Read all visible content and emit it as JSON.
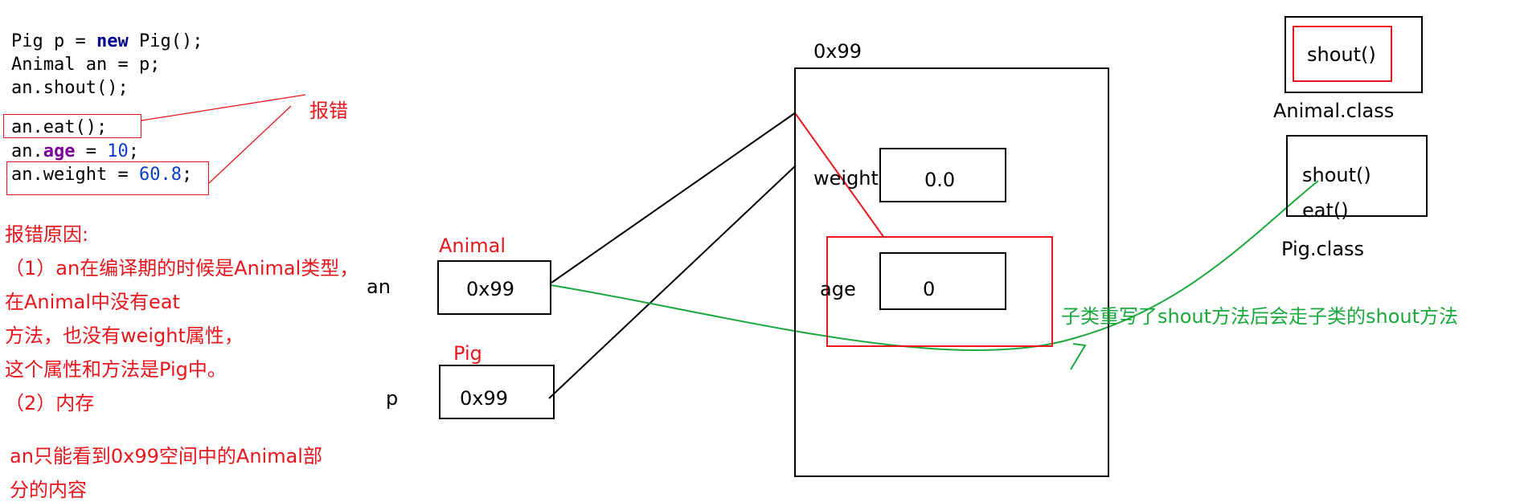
{
  "code": {
    "line1": {
      "a": "Pig p = ",
      "kw": "new",
      "b": " Pig();"
    },
    "line2": "Animal an = p;",
    "line3": "an.shout();",
    "line4": "an.eat();",
    "line5": {
      "a": "an.",
      "field": "age",
      "b": " = ",
      "num": "10",
      "c": ";"
    },
    "line6": {
      "a": "an.weight = ",
      "num": "60.8",
      "c": ";"
    }
  },
  "error_label": "报错",
  "reason": {
    "title": "报错原因:",
    "item1_line1": "（1）an在编译期的时候是Animal类型，",
    "item1_line2": "在Animal中没有eat",
    "item1_line3": "方法，也没有weight属性，",
    "item1_line4": "这个属性和方法是Pig中。",
    "item2": "（2）内存",
    "note_line1": "an只能看到0x99空间中的Animal部",
    "note_line2": "分的内容"
  },
  "stack": {
    "an_var": "an",
    "an_type": "Animal",
    "an_value": "0x99",
    "p_var": "p",
    "p_type": "Pig",
    "p_value": "0x99"
  },
  "heap": {
    "address": "0x99",
    "weight_label": "weight",
    "weight_value": "0.0",
    "age_label": "age",
    "age_value": "0"
  },
  "classes": {
    "animal_method": "shout()",
    "animal_name": "Animal.class",
    "pig_method1": "shout()",
    "pig_method2": "eat()",
    "pig_name": "Pig.class"
  },
  "override_note": "子类重写了shout方法后会走子类的shout方法",
  "colors": {
    "red": "#e8161c",
    "green": "#1aa83c",
    "keyword": "#00008b",
    "field": "#7b0099",
    "number": "#0a3cc8"
  }
}
